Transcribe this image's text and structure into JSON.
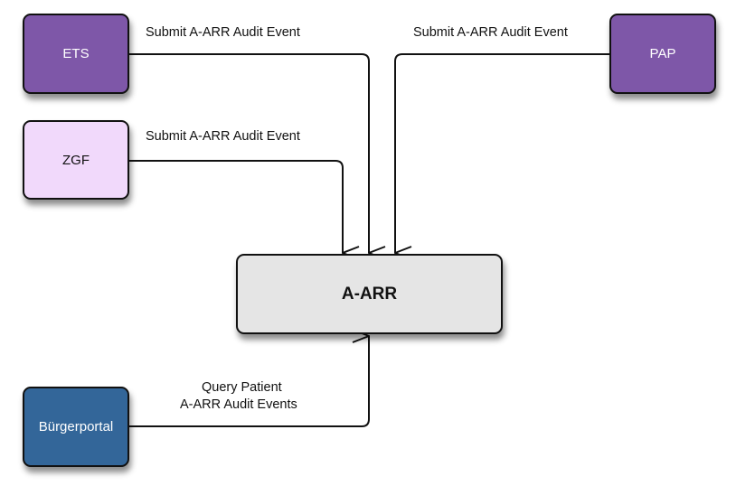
{
  "nodes": {
    "ets": {
      "label": "ETS",
      "color": "#7e57a8"
    },
    "pap": {
      "label": "PAP",
      "color": "#7e57a8"
    },
    "zgf": {
      "label": "ZGF",
      "color": "#f1d9fb"
    },
    "aarr": {
      "label": "A-ARR",
      "color": "#e5e5e5"
    },
    "buergerportal": {
      "label": "Bürgerportal",
      "color": "#336699"
    }
  },
  "edges": {
    "ets_to_aarr": {
      "label": "Submit A-ARR Audit Event"
    },
    "pap_to_aarr": {
      "label": "Submit A-ARR Audit Event"
    },
    "zgf_to_aarr": {
      "label": "Submit A-ARR Audit Event"
    },
    "buergerportal_to_aarr": {
      "label_line1": "Query Patient",
      "label_line2": "A-ARR Audit Events"
    }
  }
}
